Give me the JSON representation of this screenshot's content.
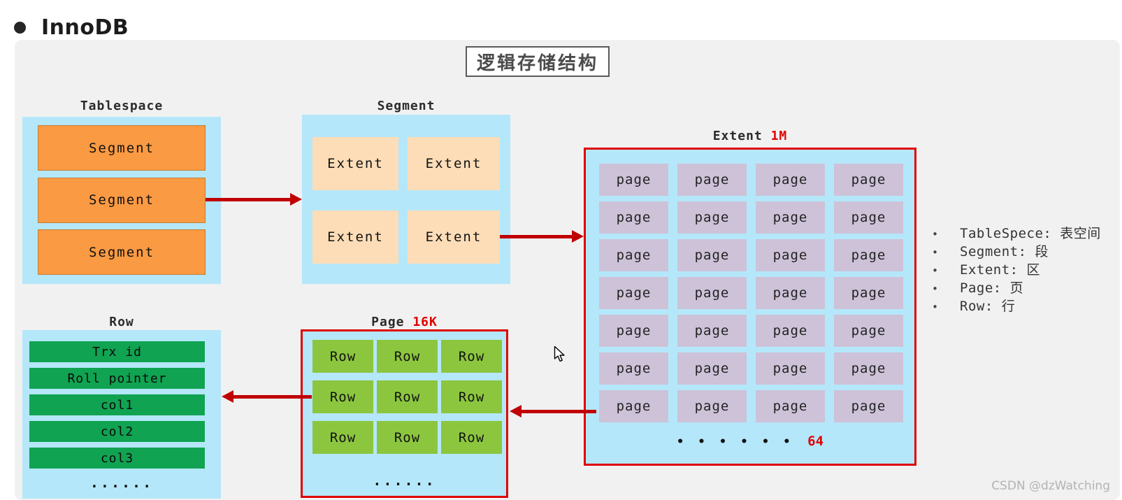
{
  "header": {
    "bullet": "●",
    "title": "InnoDB"
  },
  "diagram": {
    "title": "逻辑存储结构",
    "tablespace": {
      "label": "Tablespace",
      "segments": [
        "Segment",
        "Segment",
        "Segment"
      ]
    },
    "segment": {
      "label": "Segment",
      "extents": [
        "Extent",
        "Extent",
        "Extent",
        "Extent"
      ]
    },
    "extent": {
      "label": "Extent",
      "size_badge": "1M",
      "pages": [
        "page",
        "page",
        "page",
        "page",
        "page",
        "page",
        "page",
        "page",
        "page",
        "page",
        "page",
        "page",
        "page",
        "page",
        "page",
        "page",
        "page",
        "page",
        "page",
        "page",
        "page",
        "page",
        "page",
        "page",
        "page",
        "page",
        "page",
        "page"
      ],
      "ellipsis": "• • • • • •",
      "page_count": "64"
    },
    "page": {
      "label": "Page",
      "size_badge": "16K",
      "rows": [
        "Row",
        "Row",
        "Row",
        "Row",
        "Row",
        "Row",
        "Row",
        "Row",
        "Row"
      ],
      "ellipsis": "......"
    },
    "row": {
      "label": "Row",
      "fields": [
        "Trx id",
        "Roll pointer",
        "col1",
        "col2",
        "col3"
      ],
      "ellipsis": "......"
    },
    "legend": {
      "bullet": "•",
      "items": [
        "TableSpece: 表空间",
        "Segment: 段",
        "Extent: 区",
        "Page: 页",
        "Row: 行"
      ]
    },
    "watermark": "CSDN @dzWatching"
  },
  "colors": {
    "panel_bg": "#F1F1F2",
    "container_blue": "#B5E7FA",
    "segment_orange": "#FA9A43",
    "extent_peach": "#FCDDB8",
    "page_lavender": "#CDC2D8",
    "row_green": "#10A352",
    "page_row_green": "#8CC63E",
    "red_accent": "#E00000",
    "arrow_red": "#C00000"
  }
}
